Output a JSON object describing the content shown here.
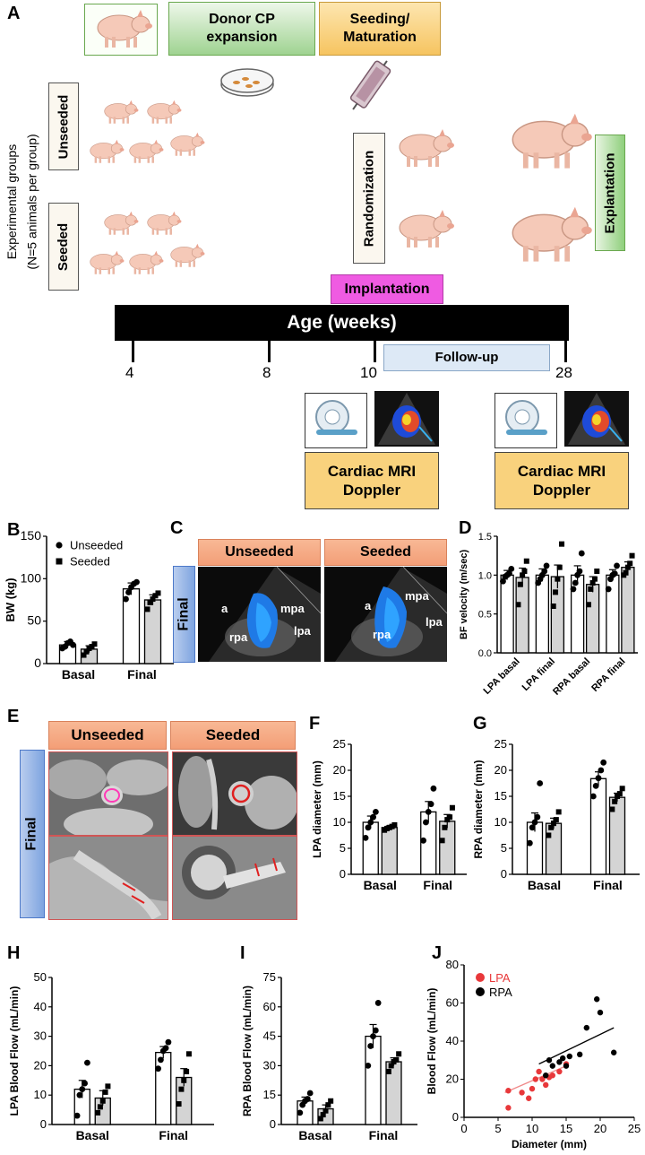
{
  "panels": {
    "A": "A",
    "B": "B",
    "C": "C",
    "D": "D",
    "E": "E",
    "F": "F",
    "G": "G",
    "H": "H",
    "I": "I",
    "J": "J"
  },
  "timeline": {
    "donor_box": "Donor CP\nexpansion",
    "seeding_box": "Seeding/\nMaturation",
    "groups_label_1": "Experimental groups",
    "groups_label_2": "(N=5 animals per group)",
    "unseeded": "Unseeded",
    "seeded": "Seeded",
    "randomization": "Randomization",
    "explantation": "Explantation",
    "implantation": "Implantation",
    "age_axis": "Age (weeks)",
    "ticks": [
      "4",
      "8",
      "10",
      "28"
    ],
    "followup": "Follow-up",
    "mri_box_1": "Cardiac MRI\nDoppler",
    "mri_box_2": "Cardiac MRI\nDoppler"
  },
  "panel_c": {
    "col1": "Unseeded",
    "col2": "Seeded",
    "row": "Final",
    "labels_left": [
      "a",
      "mpa",
      "rpa",
      "lpa"
    ],
    "labels_right": [
      "a",
      "mpa",
      "rpa",
      "lpa"
    ]
  },
  "panel_e": {
    "col1": "Unseeded",
    "col2": "Seeded",
    "row": "Final"
  },
  "colors": {
    "unseeded_bar": "#ffffff",
    "seeded_bar": "#d4d4d4",
    "lpa_points": "#e8383a",
    "rpa_points": "#000000",
    "header": "#f4a47f",
    "final_bar": "#8fb0e4",
    "implantation": "#ee4fe0",
    "followup": "#dce8f5",
    "mri_box": "#f9d27d"
  },
  "chart_data": [
    {
      "id": "B",
      "type": "bar",
      "ylabel": "BW (kg)",
      "categories": [
        "Basal",
        "Final"
      ],
      "ylim": [
        0,
        150
      ],
      "yticks": [
        0,
        50,
        100,
        150
      ],
      "legend": [
        "Unseeded",
        "Seeded"
      ],
      "series": [
        {
          "name": "Unseeded",
          "values": [
            22,
            88
          ],
          "err": [
            4,
            7
          ],
          "points": [
            [
              18,
              20,
              24,
              26,
              22
            ],
            [
              76,
              84,
              90,
              94,
              96
            ]
          ]
        },
        {
          "name": "Seeded",
          "values": [
            17,
            75
          ],
          "err": [
            4,
            6
          ],
          "points": [
            [
              10,
              14,
              18,
              20,
              23
            ],
            [
              64,
              72,
              76,
              80,
              83
            ]
          ]
        }
      ]
    },
    {
      "id": "D",
      "type": "bar",
      "ylabel": "BF velocity (m/sec)",
      "categories": [
        "LPA basal",
        "LPA final",
        "RPA basal",
        "RPA final"
      ],
      "ylim": [
        0,
        1.5
      ],
      "yticks": [
        0.0,
        0.5,
        1.0,
        1.5
      ],
      "series": [
        {
          "values": [
            1.0,
            1.0,
            1.0,
            1.0
          ],
          "err": [
            0.06,
            0.08,
            0.12,
            0.07
          ],
          "points": [
            [
              0.92,
              0.98,
              1.0,
              1.02,
              1.08
            ],
            [
              0.9,
              0.95,
              1.0,
              1.05,
              1.12
            ],
            [
              0.82,
              0.9,
              1.0,
              1.05,
              1.28
            ],
            [
              0.82,
              0.95,
              1.0,
              1.02,
              1.12
            ]
          ]
        },
        {
          "values": [
            0.97,
            0.98,
            0.88,
            1.1
          ],
          "err": [
            0.12,
            0.15,
            0.1,
            0.07
          ],
          "points": [
            [
              0.62,
              0.88,
              1.0,
              1.05,
              1.18
            ],
            [
              0.6,
              0.78,
              0.95,
              1.1,
              1.4
            ],
            [
              0.62,
              0.82,
              0.9,
              0.95,
              1.05
            ],
            [
              1.0,
              1.03,
              1.1,
              1.15,
              1.25
            ]
          ]
        }
      ]
    },
    {
      "id": "F",
      "type": "bar",
      "ylabel": "LPA diameter (mm)",
      "categories": [
        "Basal",
        "Final"
      ],
      "ylim": [
        0,
        25
      ],
      "yticks": [
        0,
        5,
        10,
        15,
        20,
        25
      ],
      "series": [
        {
          "values": [
            10,
            12
          ],
          "err": [
            1.2,
            2.0
          ],
          "points": [
            [
              7,
              9,
              10,
              11,
              12
            ],
            [
              6.5,
              10,
              12,
              13.5,
              16.5
            ]
          ]
        },
        {
          "values": [
            9,
            10.2
          ],
          "err": [
            0.3,
            1.3
          ],
          "points": [
            [
              8.5,
              8.8,
              9,
              9.2,
              9.5
            ],
            [
              6.5,
              9,
              10.5,
              11,
              12.8
            ]
          ]
        }
      ]
    },
    {
      "id": "G",
      "type": "bar",
      "ylabel": "RPA diameter (mm)",
      "categories": [
        "Basal",
        "Final"
      ],
      "ylim": [
        0,
        25
      ],
      "yticks": [
        0,
        5,
        10,
        15,
        20,
        25
      ],
      "series": [
        {
          "values": [
            10,
            18.4
          ],
          "err": [
            1.8,
            1.3
          ],
          "points": [
            [
              6,
              9,
              10,
              11,
              17.5
            ],
            [
              15,
              17,
              18.5,
              20,
              21.5
            ]
          ]
        },
        {
          "values": [
            9.8,
            14.8
          ],
          "err": [
            1.0,
            0.8
          ],
          "points": [
            [
              7.5,
              9,
              9.8,
              10.5,
              12
            ],
            [
              12.5,
              14,
              15,
              15.5,
              16.5
            ]
          ]
        }
      ]
    },
    {
      "id": "H",
      "type": "bar",
      "ylabel": "LPA Blood Flow (mL/min)",
      "categories": [
        "Basal",
        "Final"
      ],
      "ylim": [
        0,
        50
      ],
      "yticks": [
        0,
        10,
        20,
        30,
        40,
        50
      ],
      "series": [
        {
          "values": [
            12,
            24.5
          ],
          "err": [
            3,
            2
          ],
          "points": [
            [
              3,
              10,
              12,
              14,
              21
            ],
            [
              19,
              22,
              25,
              26,
              28
            ]
          ]
        },
        {
          "values": [
            9,
            16
          ],
          "err": [
            2.5,
            3
          ],
          "points": [
            [
              4,
              6,
              8,
              11,
              13
            ],
            [
              7,
              12,
              15,
              18,
              24
            ]
          ]
        }
      ]
    },
    {
      "id": "I",
      "type": "bar",
      "ylabel": "RPA Blood Flow (mL/min)",
      "categories": [
        "Basal",
        "Final"
      ],
      "ylim": [
        0,
        75
      ],
      "yticks": [
        0,
        15,
        30,
        45,
        60,
        75
      ],
      "series": [
        {
          "values": [
            12,
            45
          ],
          "err": [
            2,
            6
          ],
          "points": [
            [
              6,
              10,
              12,
              13,
              16
            ],
            [
              30,
              40,
              45,
              48,
              62
            ]
          ]
        },
        {
          "values": [
            8,
            32
          ],
          "err": [
            2,
            2
          ],
          "points": [
            [
              3,
              5,
              7,
              10,
              12
            ],
            [
              27,
              30,
              32,
              33,
              36
            ]
          ]
        }
      ]
    },
    {
      "id": "J",
      "type": "scatter",
      "xlabel": "Diameter (mm)",
      "ylabel": "Blood Flow (mL/min)",
      "xlim": [
        0,
        25
      ],
      "ylim": [
        0,
        80
      ],
      "xticks": [
        0,
        5,
        10,
        15,
        20,
        25
      ],
      "yticks": [
        0,
        20,
        40,
        60,
        80
      ],
      "legend": [
        "LPA",
        "RPA"
      ],
      "series": [
        {
          "name": "LPA",
          "points": [
            [
              6.5,
              14
            ],
            [
              6.5,
              5
            ],
            [
              8.5,
              13
            ],
            [
              9.5,
              10
            ],
            [
              10,
              15
            ],
            [
              10.5,
              20
            ],
            [
              11,
              24
            ],
            [
              11.5,
              20
            ],
            [
              12,
              17
            ],
            [
              12.5,
              21
            ],
            [
              13,
              22
            ],
            [
              14,
              24
            ],
            [
              15,
              28
            ]
          ],
          "fit": [
            [
              6,
              13
            ],
            [
              15,
              27
            ]
          ]
        },
        {
          "name": "RPA",
          "points": [
            [
              12,
              22
            ],
            [
              12.5,
              30
            ],
            [
              13,
              27
            ],
            [
              14,
              29
            ],
            [
              14.5,
              31
            ],
            [
              15,
              27
            ],
            [
              15.5,
              32
            ],
            [
              17,
              33
            ],
            [
              18,
              47
            ],
            [
              19.5,
              62
            ],
            [
              20,
              55
            ],
            [
              22,
              34
            ]
          ],
          "fit": [
            [
              11,
              28
            ],
            [
              22,
              47
            ]
          ]
        }
      ]
    }
  ]
}
